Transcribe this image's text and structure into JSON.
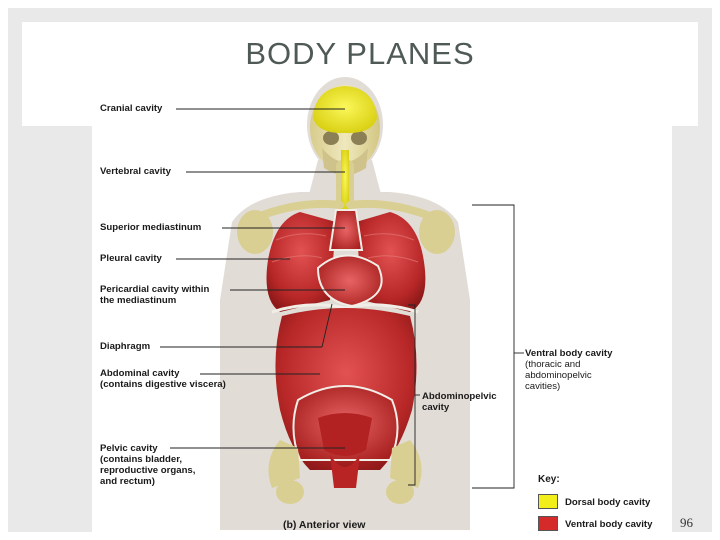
{
  "slide": {
    "title": "BODY PLANES",
    "page_number": "96"
  },
  "labels_left": {
    "cranial": "Cranial cavity",
    "vertebral": "Vertebral cavity",
    "sup_mediastinum": "Superior mediastinum",
    "pleural": "Pleural cavity",
    "pericardial_1": "Pericardial cavity within",
    "pericardial_2": "the mediastinum",
    "diaphragm": "Diaphragm",
    "abdominal_1": "Abdominal cavity",
    "abdominal_2": "(contains digestive viscera)",
    "pelvic_1": "Pelvic cavity",
    "pelvic_2": "(contains bladder,",
    "pelvic_3": "reproductive organs,",
    "pelvic_4": "and rectum)"
  },
  "labels_right": {
    "abdominopelvic_1": "Abdominopelvic",
    "abdominopelvic_2": "cavity",
    "ventral_1": "Ventral body cavity",
    "ventral_2": "(thoracic and",
    "ventral_3": "abdominopelvic",
    "ventral_4": "cavities)"
  },
  "caption": {
    "view": "(b) Anterior view"
  },
  "key": {
    "title": "Key:",
    "dorsal": {
      "label": "Dorsal body cavity",
      "color": "#f2ee1a"
    },
    "ventral": {
      "label": "Ventral body cavity",
      "color": "#d42a2a"
    }
  }
}
